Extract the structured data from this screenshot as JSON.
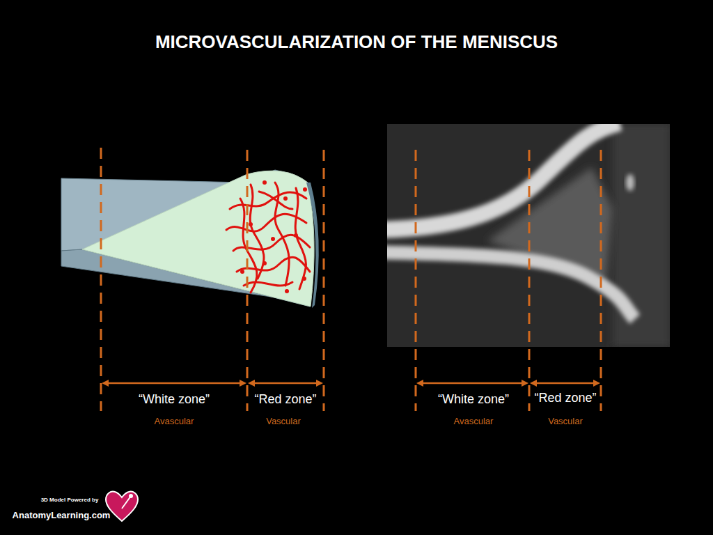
{
  "diagram": {
    "title": "MICROVASCULARIZATION OF THE MENISCUS",
    "labels": [
      "“White zone”",
      "“Red zone”",
      "Avascular",
      "Vascular",
      "“White zone”",
      "“Red zone”",
      "Avascular",
      "Vascular",
      "3D Model Powered by",
      "AnatomyLearning.com"
    ]
  }
}
